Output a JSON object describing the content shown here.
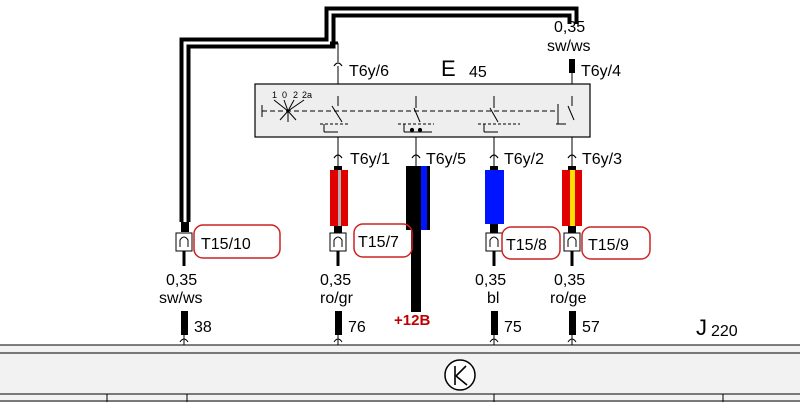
{
  "component": {
    "id": "E",
    "num": "45"
  },
  "control_unit": {
    "id": "J",
    "num": "220"
  },
  "switch_positions": [
    "1",
    "0",
    "2",
    "2a"
  ],
  "top_wire": {
    "size": "0,35",
    "color": "sw/ws",
    "pin": "T6y/4"
  },
  "pins": {
    "t6y6": "T6y/6",
    "t6y1": "T6y/1",
    "t6y5": "T6y/5",
    "t6y2": "T6y/2",
    "t6y3": "T6y/3"
  },
  "connectors": {
    "c1": "T15/10",
    "c2": "T15/7",
    "c3": "T15/8",
    "c4": "T15/9"
  },
  "wires": {
    "w1": {
      "size": "0,35",
      "color": "sw/ws",
      "pin": "38"
    },
    "w2": {
      "size": "0,35",
      "color": "ro/gr",
      "pin": "76"
    },
    "w3": {
      "size": "0,35",
      "color": "bl",
      "pin": "75"
    },
    "w4": {
      "size": "0,35",
      "color": "ro/ge",
      "pin": "57"
    }
  },
  "supply": "+12B",
  "colors": {
    "red": "#e00000",
    "blue": "#0014ff",
    "yellow": "#ffe000",
    "highlight": "#cc2222"
  },
  "ground_symbol": "ground-k-icon"
}
